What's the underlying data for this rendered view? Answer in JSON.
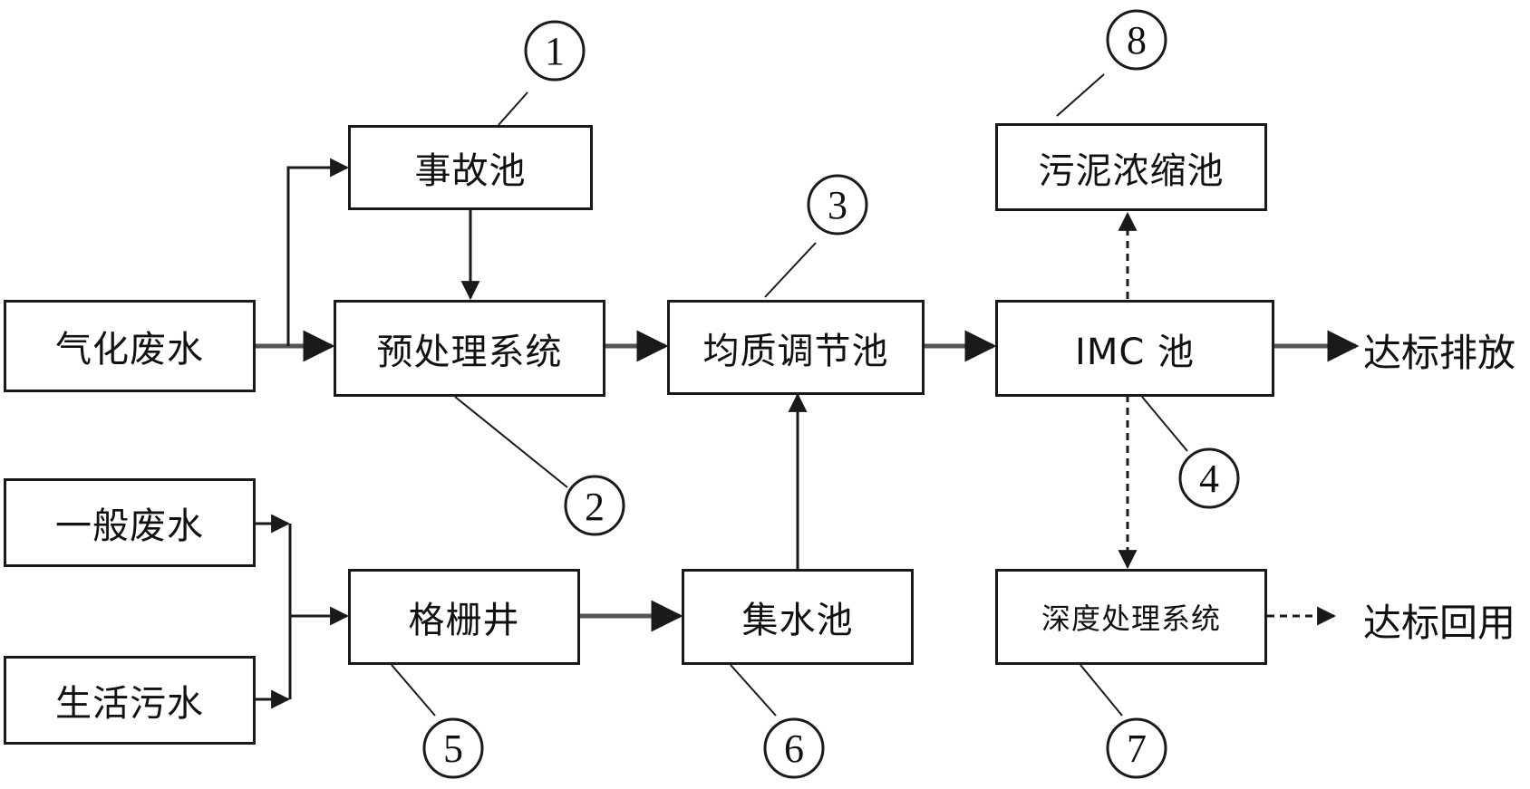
{
  "boxes": {
    "gasification_wastewater": "气化废水",
    "accident_pool": "事故池",
    "pretreatment_system": "预处理系统",
    "homogenization_pool": "均质调节池",
    "imc_pool": "IMC 池",
    "sludge_thickening_pool": "污泥浓缩池",
    "general_wastewater": "一般废水",
    "domestic_sewage": "生活污水",
    "grille_well": "格栅井",
    "water_collection_pool": "集水池",
    "advanced_treatment_system": "深度处理系统"
  },
  "outputs": {
    "discharge": "达标排放",
    "reuse": "达标回用"
  },
  "callouts": {
    "n1": "1",
    "n2": "2",
    "n3": "3",
    "n4": "4",
    "n5": "5",
    "n6": "6",
    "n7": "7",
    "n8": "8"
  },
  "colors": {
    "line": "#1a1a1a",
    "solid_feed_line": "#555555"
  }
}
